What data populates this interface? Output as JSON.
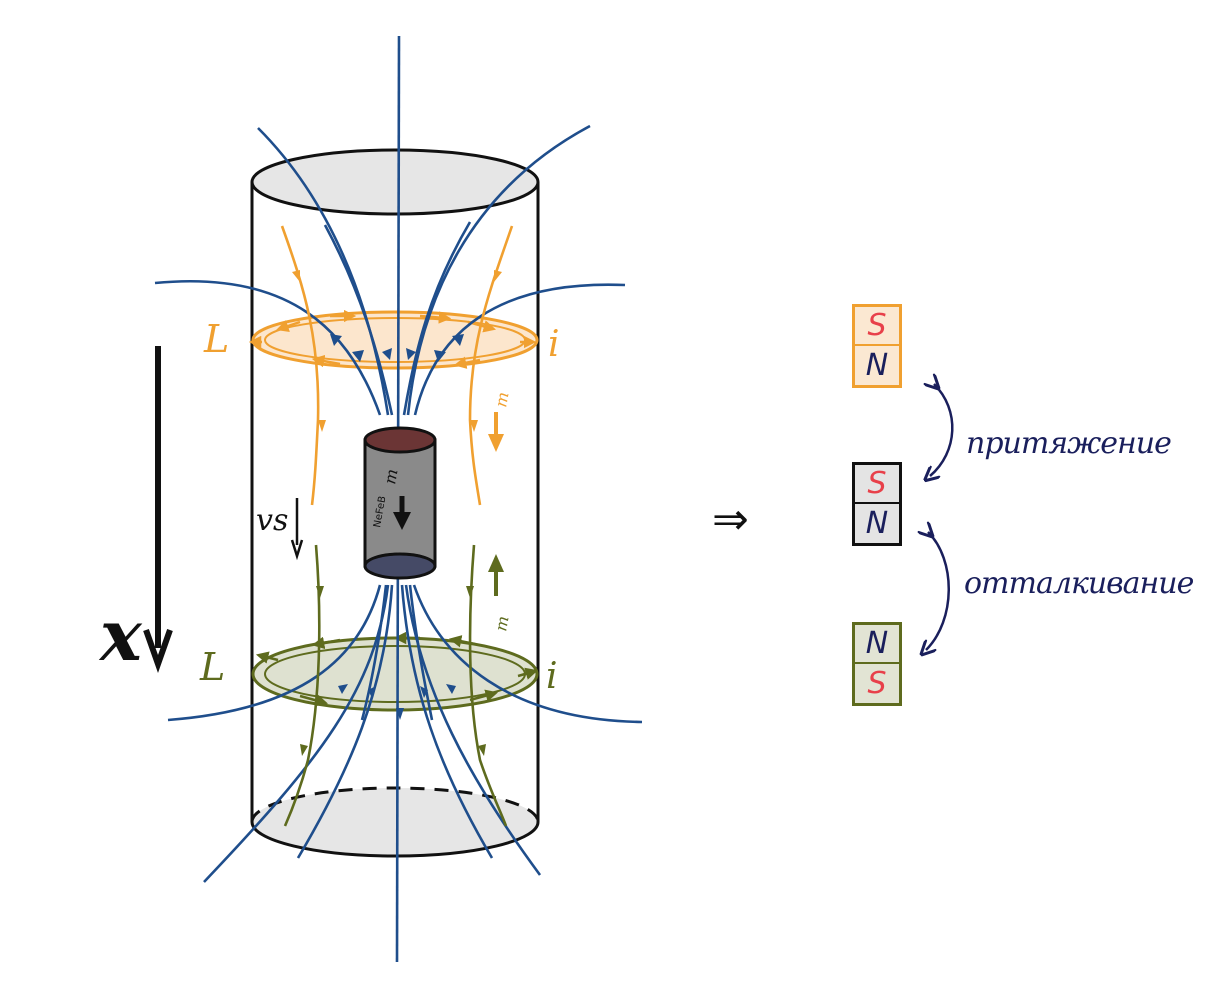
{
  "diagram": {
    "x_axis_label": "x",
    "velocity_label": "vs",
    "label_upper_left": "L",
    "label_upper_right": "i",
    "label_lower_left": "L",
    "label_lower_right": "i",
    "moment_upper": "m",
    "moment_magnet": "m",
    "moment_lower": "m",
    "magnet_inscription": "NeFeB",
    "implies": "⇒"
  },
  "legend": {
    "top": {
      "upper": "S",
      "lower": "N"
    },
    "middle": {
      "upper": "S",
      "lower": "N"
    },
    "bottom": {
      "upper": "N",
      "lower": "S"
    },
    "attraction": "притяжение",
    "repulsion": "отталкивание"
  },
  "colors": {
    "field_lines": "#1f4e8c",
    "upper_ring": "#f0a030",
    "lower_ring": "#5e6b1e",
    "outline": "#111111",
    "magnet_body": "#8a8a8a",
    "magnet_top": "#6b3535",
    "magnet_bottom": "#454a66",
    "pole_s": "#e8404a",
    "pole_n": "#1a1f5c",
    "handwriting": "#1a1f5c"
  }
}
